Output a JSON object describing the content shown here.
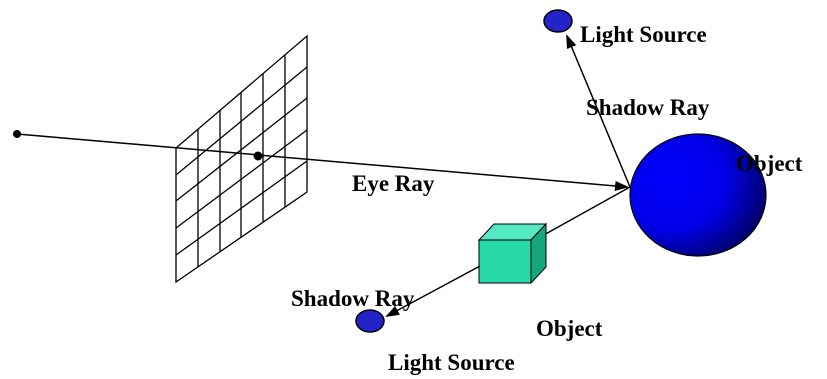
{
  "labels": {
    "light_source_top": "Light Source",
    "shadow_ray_top": "Shadow Ray",
    "object_sphere": "Object",
    "eye_ray": "Eye Ray",
    "shadow_ray_bottom": "Shadow Ray",
    "object_cube": "Object",
    "light_source_bottom": "Light Source"
  },
  "colors": {
    "sphere_fill_light": "#0000ff",
    "sphere_fill_dark": "#000060",
    "light_fill": "#2323c8",
    "cube_front": "#26d9a6",
    "cube_top": "#54e8c2",
    "cube_side": "#16a67c",
    "line": "#000000"
  }
}
